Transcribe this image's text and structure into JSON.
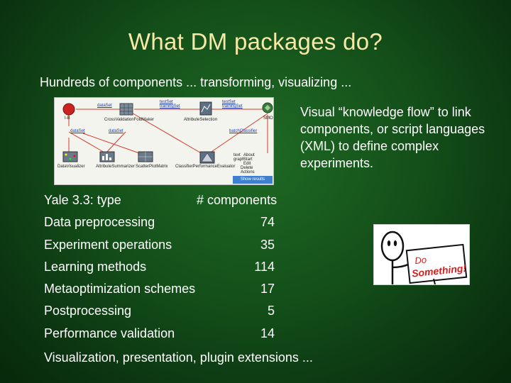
{
  "slide": {
    "title": "What DM packages do?",
    "subtitle": "Hundreds of components ... transforming, visualizing ...",
    "kf_description": "Visual “knowledge flow” to link components, or script languages (XML) to define complex experiments."
  },
  "knowledge_flow_screenshot": {
    "labels": {
      "dataset_top": "dataSet",
      "testset_top": "testSet",
      "trainingset_top": "trainingSet",
      "testset_right": "testSet",
      "trainingset_right": "trainingSet",
      "ib": "I-B",
      "cross_validation": "CrossValidationFoldMaker",
      "attribute_selection": "AttributeSelection",
      "smo": "SMO",
      "dataset_left1": "dataSet",
      "dataset_left2": "dataSet",
      "batch_classifier": "batchClassifier",
      "data_visualizer": "DataVisualizer",
      "attribute_summarizer": "AttributeSummarizer",
      "scatter_plot": "ScatterPlotMatrix",
      "classifier_eval": "ClassifierPerformanceEvaluator",
      "menu_start": "Start",
      "menu_edit": "Edit",
      "menu_delete": "Delete",
      "menu_actions": "Actions",
      "menu_text": "text",
      "menu_graph": "graph",
      "menu_about": "About",
      "show_results": "Show results"
    },
    "colors": {
      "arrow": "#d43a2a",
      "link": "#1a3aa8",
      "button": "#3f7fd0"
    }
  },
  "components_table": {
    "header": {
      "name": "Yale 3.3:   type",
      "count": "# components"
    },
    "rows": [
      {
        "name": "Data preprocessing",
        "count": "74"
      },
      {
        "name": "Experiment operations",
        "count": "35"
      },
      {
        "name": "Learning methods",
        "count": "114"
      },
      {
        "name": "Metaoptimization schemes",
        "count": "17"
      },
      {
        "name": "Postprocessing",
        "count": "5"
      },
      {
        "name": "Performance validation",
        "count": "14"
      }
    ],
    "footer": "Visualization, presentation, plugin extensions ..."
  },
  "cartoon": {
    "sign_line1": "Do",
    "sign_line2": "Something!",
    "colors": {
      "sign_text": "#d81e1e"
    }
  }
}
